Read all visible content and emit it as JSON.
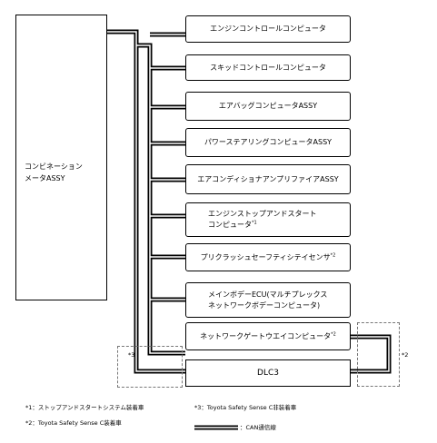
{
  "meter": {
    "line1": "コンビネーション",
    "line2": "メータASSY"
  },
  "ecus": [
    {
      "label": "エンジンコントロールコンピュータ"
    },
    {
      "label": "スキッドコントロールコンピュータ"
    },
    {
      "label": "エアバッグコンピュータASSY"
    },
    {
      "label": "パワーステアリングコンピュータASSY"
    },
    {
      "label": "エアコンディショナアンプリファイアASSY"
    },
    {
      "line1": "エンジンストップアンドスタート",
      "line2": "コンピュータ",
      "mark": "*1"
    },
    {
      "label": "プリクラッシュセーフティシテイセンサ",
      "mark": "*2"
    },
    {
      "line1": "メインボデーECU(マルチプレックス",
      "line2": "ネットワークボデーコンピュータ)"
    },
    {
      "label": "ネットワークゲートウエイコンピュータ",
      "mark": "*2"
    }
  ],
  "dlc": {
    "label": "DLC3"
  },
  "region_marks": {
    "left": "*3",
    "right": "*2"
  },
  "legend": {
    "note1": "*1：ストップアンドスタートシステム装着車",
    "note2": "*2：Toyota Safety Sense C装着車",
    "note3": "*3：Toyota Safety Sense C非装着車",
    "can_label": "：CAN通信線"
  }
}
